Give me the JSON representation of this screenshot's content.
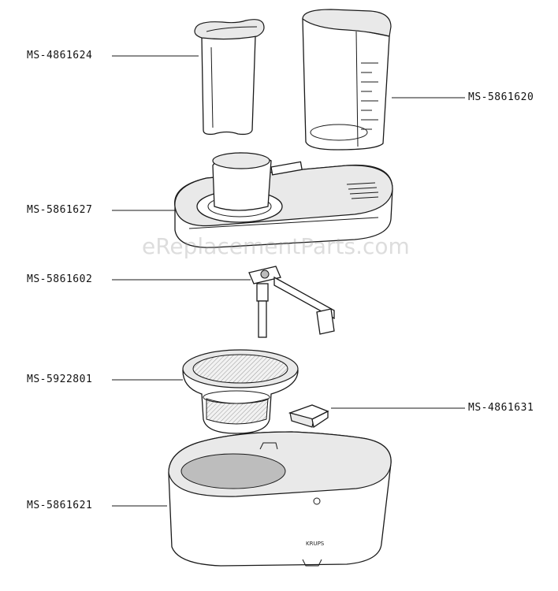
{
  "watermark": "eReplacementParts.com",
  "brand": "KRUPS",
  "parts": [
    {
      "id": "ms-4861624",
      "label": "MS-4861624"
    },
    {
      "id": "ms-5861620",
      "label": "MS-5861620"
    },
    {
      "id": "ms-5861627",
      "label": "MS-5861627"
    },
    {
      "id": "ms-5861602",
      "label": "MS-5861602"
    },
    {
      "id": "ms-5922801",
      "label": "MS-5922801"
    },
    {
      "id": "ms-4861631",
      "label": "MS-4861631"
    },
    {
      "id": "ms-5861621",
      "label": "MS-5861621"
    }
  ]
}
